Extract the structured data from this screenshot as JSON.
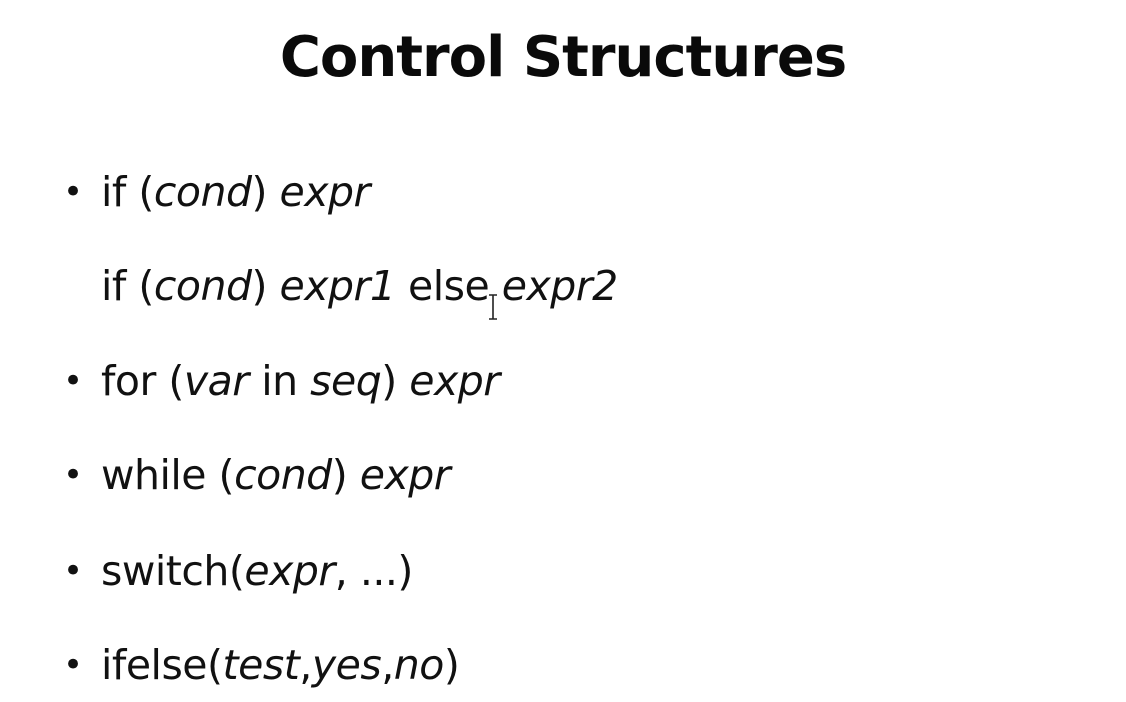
{
  "slide": {
    "title": "Control Structures",
    "items": [
      {
        "bullet": "•",
        "p1": "if (",
        "i1": "cond",
        "p2": ") ",
        "i2": "expr",
        "p3": "",
        "i3": "",
        "p4": ""
      },
      {
        "bullet": "",
        "p1": "if (",
        "i1": "cond",
        "p2": ") ",
        "i2": "expr1",
        "p3": " else ",
        "i3": "expr2",
        "p4": ""
      },
      {
        "bullet": "•",
        "p1": "for (",
        "i1": "var",
        "p2": " in ",
        "i2": "seq",
        "p3": ") ",
        "i3": "expr",
        "p4": ""
      },
      {
        "bullet": "•",
        "p1": "while (",
        "i1": "cond",
        "p2": ") ",
        "i2": "expr",
        "p3": "",
        "i3": "",
        "p4": ""
      },
      {
        "bullet": "•",
        "p1": "switch(",
        "i1": "expr",
        "p2": ", ...)",
        "i2": "",
        "p3": "",
        "i3": "",
        "p4": ""
      },
      {
        "bullet": "•",
        "p1": "ifelse(",
        "i1": "test",
        "p2": ",",
        "i2": "yes",
        "p3": ",",
        "i3": "no",
        "p4": ")"
      }
    ]
  },
  "cursor": {
    "icon": "text-cursor-icon"
  }
}
